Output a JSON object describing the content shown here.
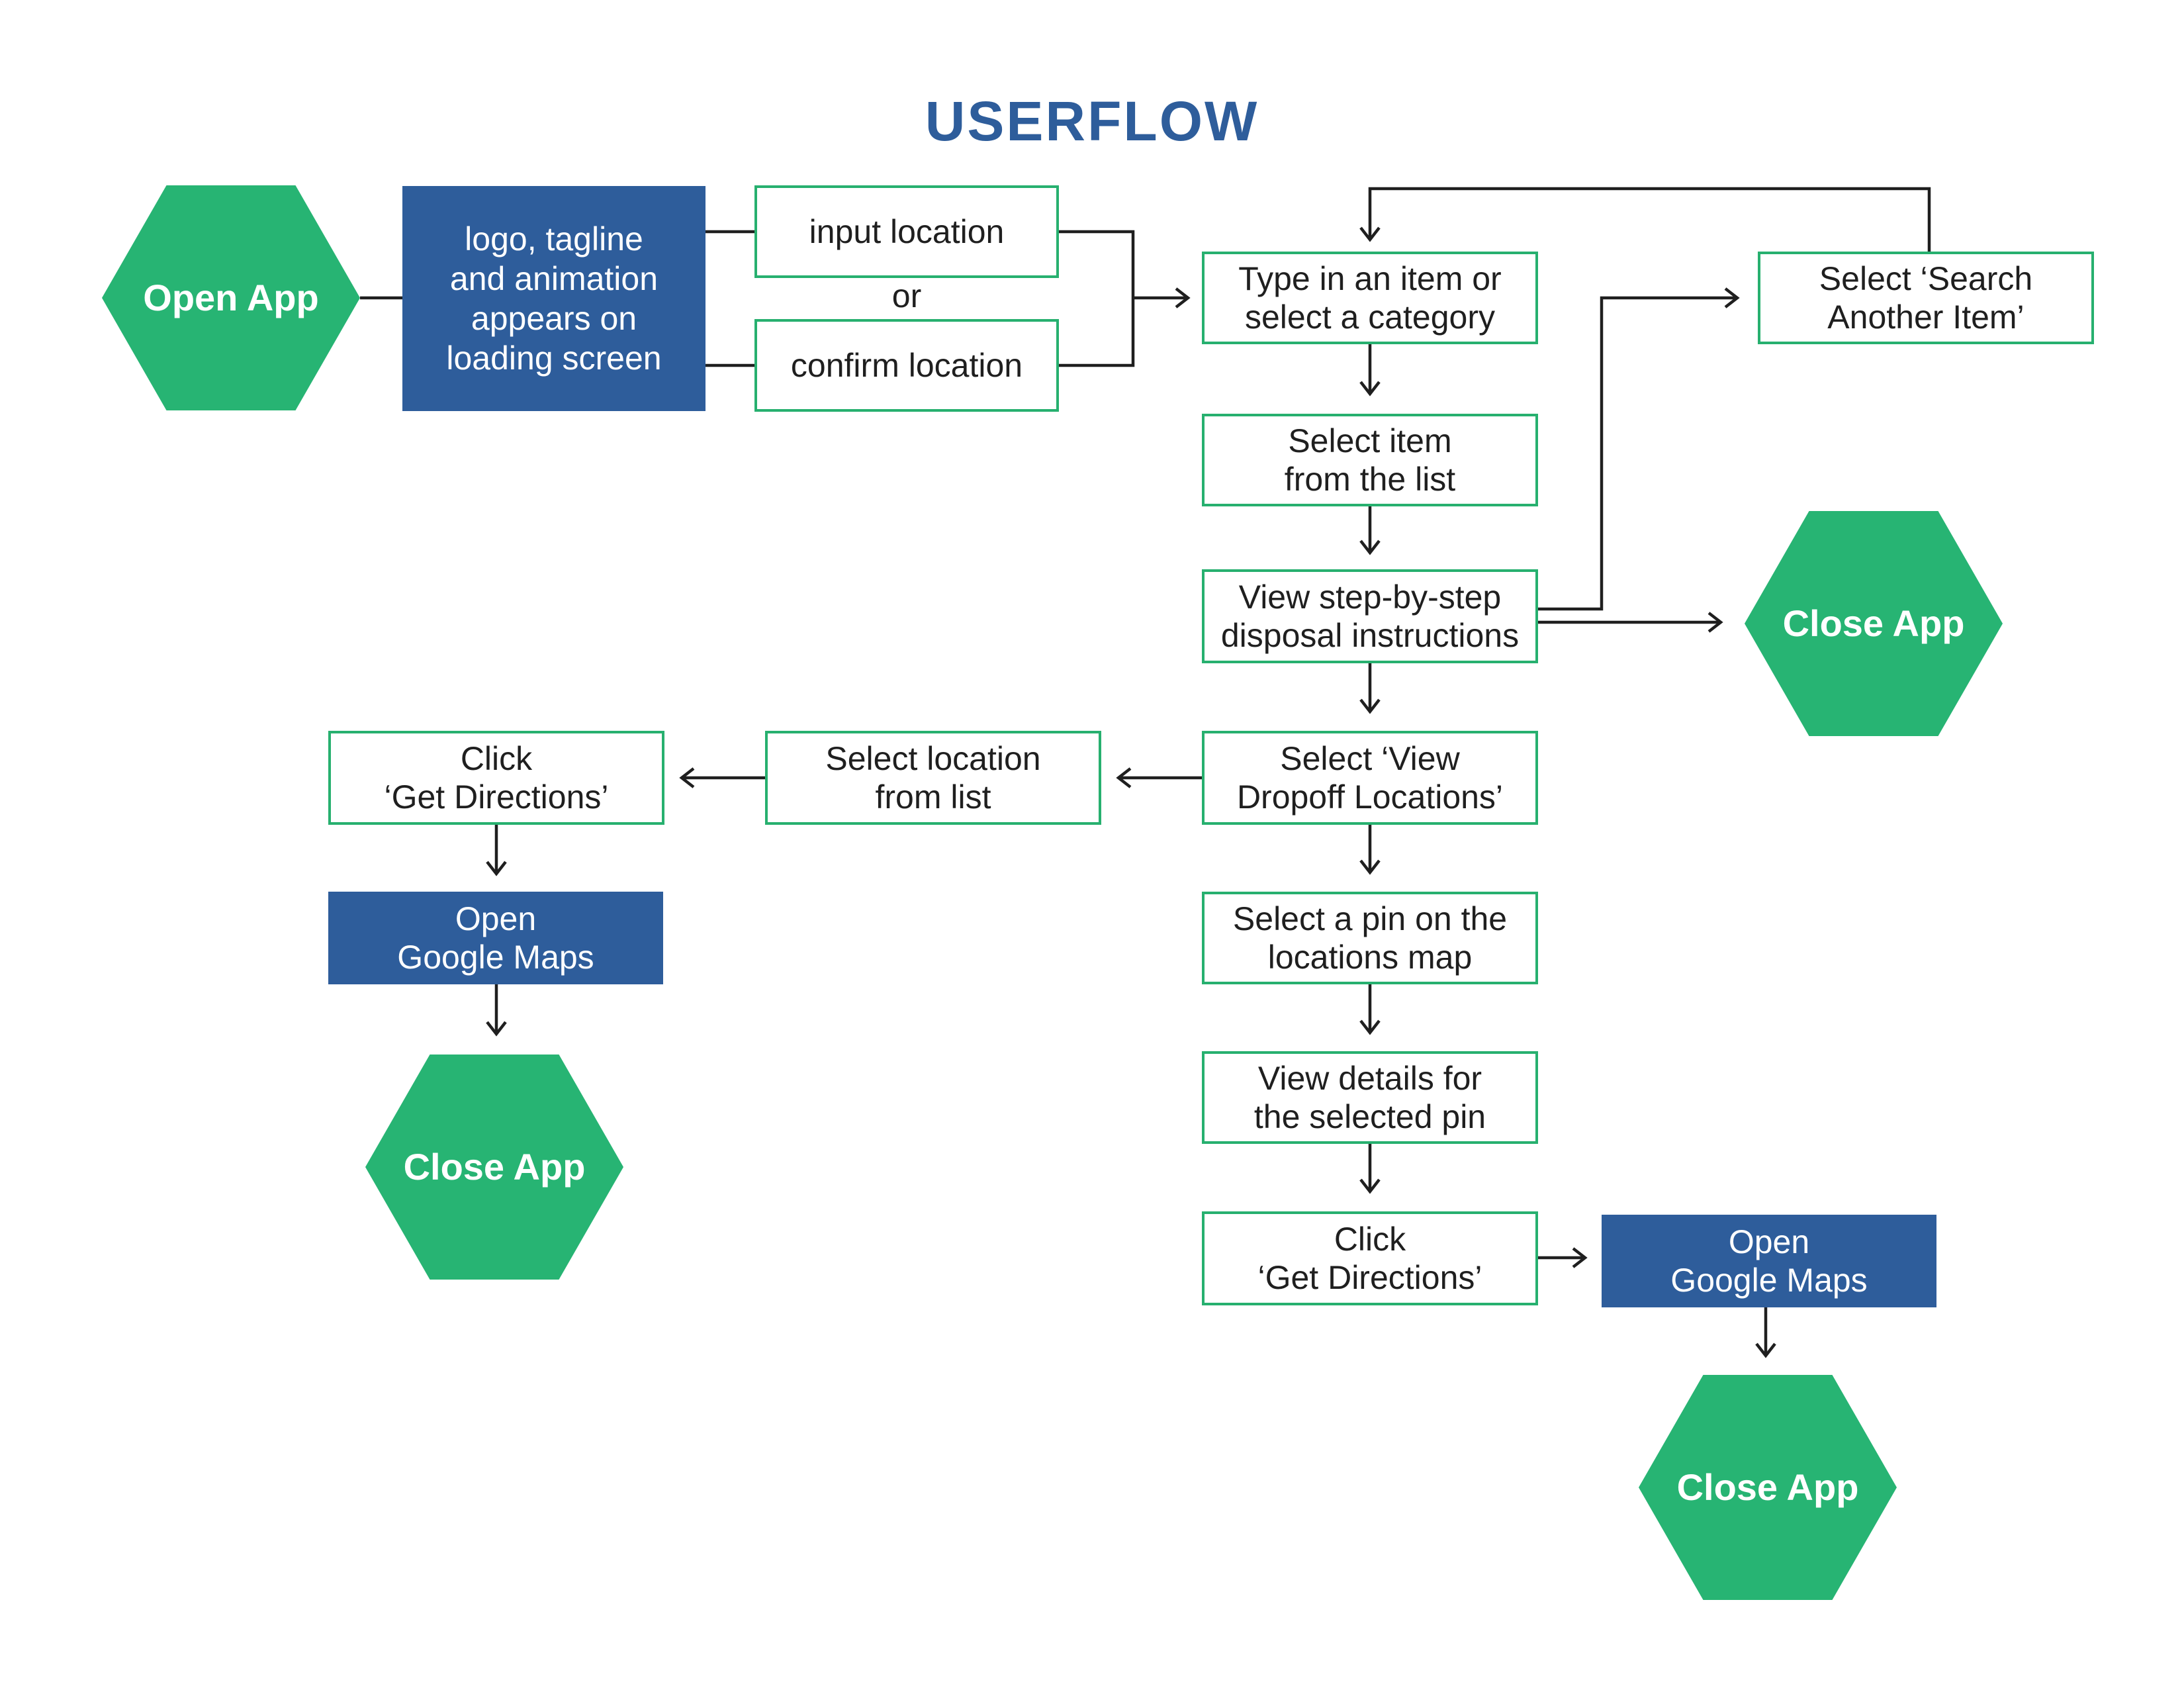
{
  "title": "USERFLOW",
  "colors": {
    "title": "#2e5d9b",
    "hexagon": "#27b473",
    "box_border": "#27b06f",
    "blue_box": "#2e5d9b",
    "connector": "#1f1f1f"
  },
  "nodes": {
    "open_app": "Open App",
    "loading_screen": "logo, tagline\nand animation\nappears on\nloading screen",
    "input_location": "input location",
    "or_label": "or",
    "confirm_location": "confirm location",
    "type_item": "Type in an item or\nselect a category",
    "search_another": "Select ‘Search\nAnother Item’",
    "select_item": "Select item\nfrom the list",
    "view_instructions": "View step-by-step\ndisposal instructions",
    "close_app_right": "Close App",
    "select_view_dropoff": "Select ‘View\nDropoff Locations’",
    "select_location_list": "Select location\nfrom list",
    "click_directions_left": "Click\n‘Get Directions’",
    "open_maps_left": "Open\nGoogle Maps",
    "close_app_left": "Close App",
    "select_pin": "Select a pin on the\nlocations map",
    "view_pin_details": "View details for\nthe selected pin",
    "click_directions_right": "Click\n‘Get Directions’",
    "open_maps_right": "Open\nGoogle Maps",
    "close_app_bottom": "Close App"
  }
}
